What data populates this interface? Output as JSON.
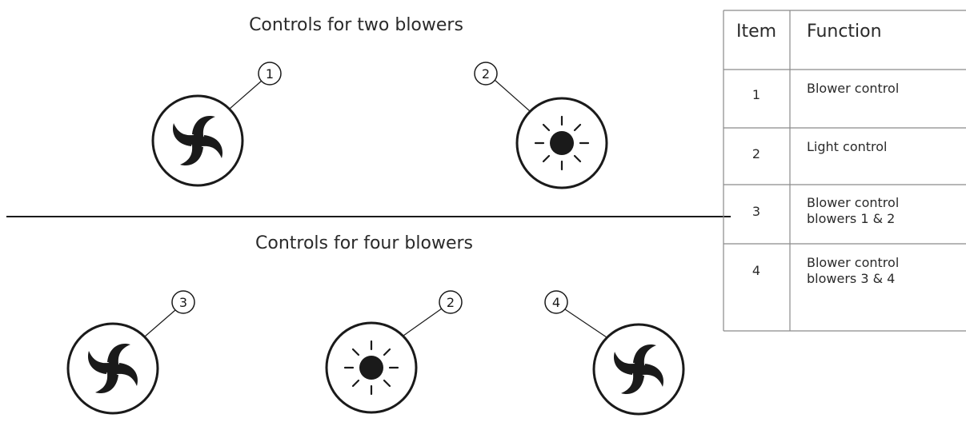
{
  "sections": [
    {
      "title": "Controls for two blowers"
    },
    {
      "title": "Controls for four blowers"
    }
  ],
  "controls": [
    {
      "icon": "fan-icon",
      "item": "1"
    },
    {
      "icon": "light-icon",
      "item": "2"
    },
    {
      "icon": "fan-icon",
      "item": "3"
    },
    {
      "icon": "light-icon",
      "item": "2"
    },
    {
      "icon": "fan-icon",
      "item": "4"
    }
  ],
  "legend_table": {
    "headers": [
      "Item",
      "Function"
    ],
    "rows": [
      {
        "item": "1",
        "function": [
          "Blower control"
        ]
      },
      {
        "item": "2",
        "function": [
          "Light control"
        ]
      },
      {
        "item": "3",
        "function": [
          "Blower control",
          "blowers 1 & 2"
        ]
      },
      {
        "item": "4",
        "function": [
          "Blower control",
          "blowers 3 & 4"
        ]
      }
    ]
  },
  "colors": {
    "line": "#1a1a1a",
    "text": "#2a2a2a",
    "table_border": "#8a8a8a"
  }
}
